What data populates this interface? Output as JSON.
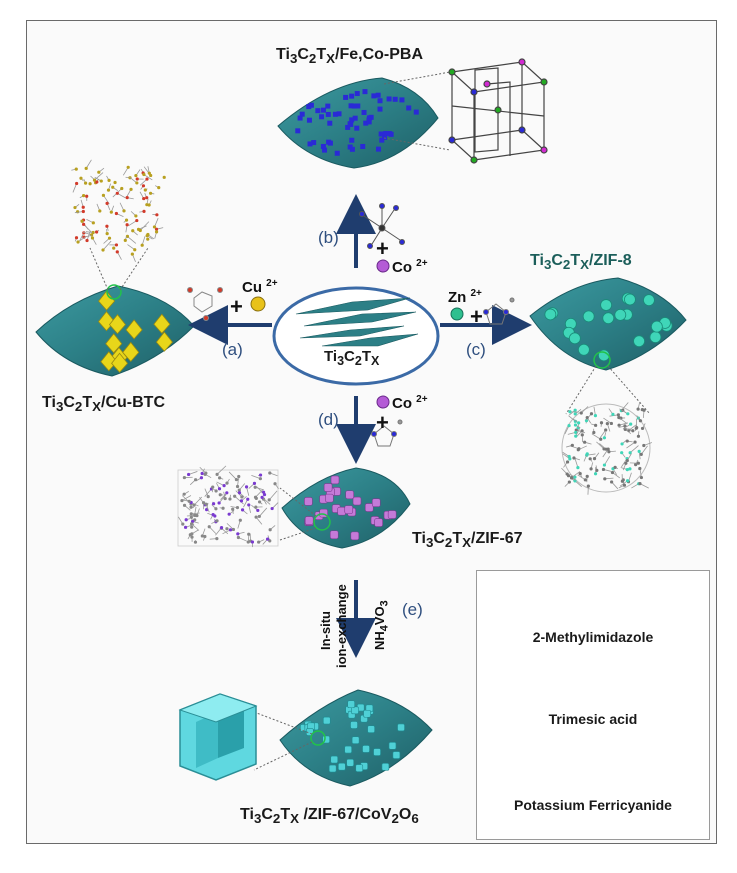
{
  "labels": {
    "pba": {
      "pre": "Ti",
      "s1": "3",
      "mid1": "C",
      "s2": "2",
      "mid2": "T",
      "s3": "X",
      "post": "/Fe,Co-PBA"
    },
    "zif8": {
      "pre": "Ti",
      "s1": "3",
      "mid1": "C",
      "s2": "2",
      "mid2": "T",
      "s3": "X",
      "post": "/ZIF-8"
    },
    "cubtc": {
      "pre": "Ti",
      "s1": "3",
      "mid1": "C",
      "s2": "2",
      "mid2": "T",
      "s3": "X",
      "post": "/Cu-BTC"
    },
    "zif67": {
      "pre": "Ti",
      "s1": "3",
      "mid1": "C",
      "s2": "2",
      "mid2": "T",
      "s3": "X",
      "post": "/ZIF-67"
    },
    "cov": {
      "pre": "Ti",
      "s1": "3",
      "mid1": "C",
      "s2": "2",
      "mid2": "T",
      "s3": "X",
      "post": " /ZIF-67/CoV",
      "s4": "2",
      "mid3": "O",
      "s5": "6"
    },
    "center": {
      "pre": "Ti",
      "s1": "3",
      "mid1": "C",
      "s2": "2",
      "mid2": "T",
      "s3": "X"
    }
  },
  "steps": {
    "a": "(a)",
    "b": "(b)",
    "c": "(c)",
    "d": "(d)",
    "e": "(e)"
  },
  "ions": {
    "cu": {
      "base": "Cu",
      "charge": "2+"
    },
    "co_b": {
      "base": "Co",
      "charge": "2+"
    },
    "zn": {
      "base": "Zn",
      "charge": "2+"
    },
    "co_d": {
      "base": "Co",
      "charge": "2+"
    }
  },
  "plus": "+",
  "exchange": {
    "line1": "In-situ",
    "line2": "ion-exchange",
    "reagent": "NH",
    "r_sub1": "4",
    "r_mid": "VO",
    "r_sub2": "3"
  },
  "legend": {
    "items": [
      {
        "label": "2-Methylimidazole",
        "icon": "2-methylimidazole-molecule-icon"
      },
      {
        "label": "Trimesic acid",
        "icon": "trimesic-acid-molecule-icon"
      },
      {
        "label": "Potassium Ferricyanide",
        "icon": "potassium-ferricyanide-molecule-icon"
      }
    ]
  },
  "colors": {
    "mxene": "#2c7f86",
    "arrow": "#1f3d6e",
    "ellipse": "#3b6aa6",
    "cu_btc_crystal": "#e8d61a",
    "pba_cube": "#2a2ad6",
    "zif8_particle": "#3fd6b8",
    "zif67_particle": "#c57ad8",
    "cov_particle": "#4fd0d6",
    "cu_ion": "#e8c21a",
    "co_ion": "#b45bd6",
    "zn_ion": "#2fbf8f"
  }
}
